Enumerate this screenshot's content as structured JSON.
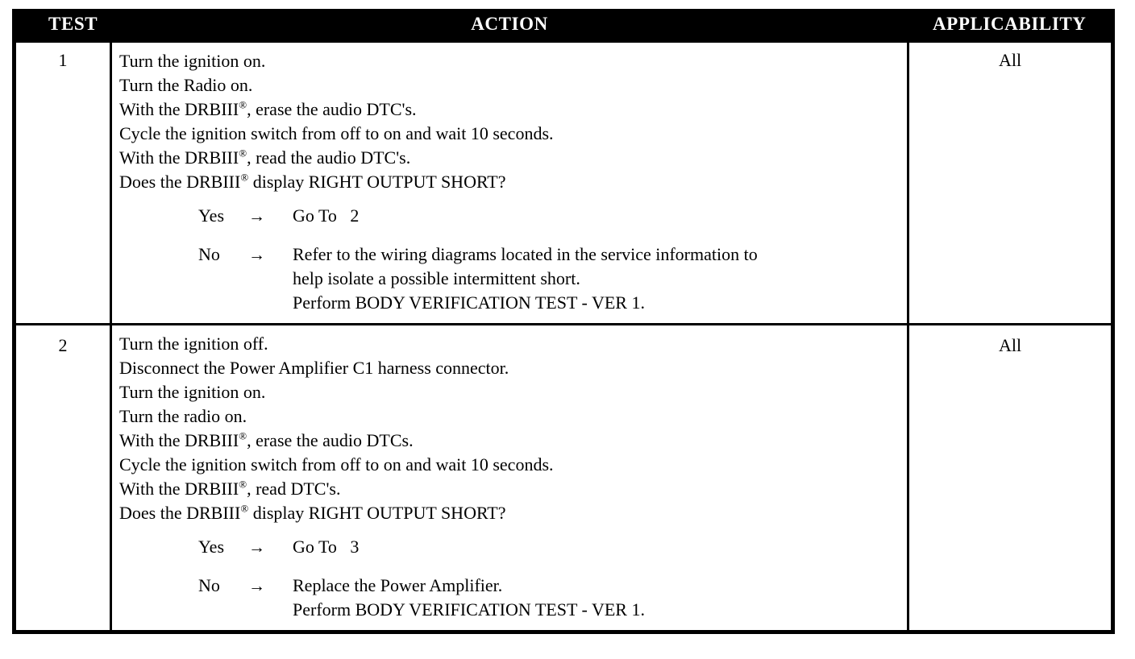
{
  "table": {
    "headers": {
      "test": "TEST",
      "action": "ACTION",
      "applicability": "APPLICABILITY"
    },
    "rows": [
      {
        "test": "1",
        "applicability": "All",
        "steps": [
          "Turn the ignition on.",
          "Turn the Radio on.",
          "With the DRBIII®, erase the audio DTC's.",
          "Cycle the ignition switch from off to on and wait 10 seconds.",
          "With the DRBIII®, read the audio DTC's.",
          "Does the DRBIII® display RIGHT OUTPUT SHORT?"
        ],
        "branches": [
          {
            "label": "Yes",
            "arrow": "→",
            "lines": [
              "Go To   2"
            ]
          },
          {
            "label": "No",
            "arrow": "→",
            "lines": [
              "Refer to the wiring diagrams located in the service information to",
              "help isolate a possible intermittent short.",
              "Perform BODY VERIFICATION TEST - VER 1."
            ]
          }
        ]
      },
      {
        "test": "2",
        "applicability": "All",
        "steps": [
          "Turn the ignition off.",
          "Disconnect the Power Amplifier C1 harness connector.",
          "Turn the ignition on.",
          "Turn the radio on.",
          "With the DRBIII®, erase the audio DTCs.",
          "Cycle the ignition switch from off to on and wait 10 seconds.",
          "With the DRBIII®, read DTC's.",
          "Does the DRBIII® display RIGHT OUTPUT SHORT?"
        ],
        "branches": [
          {
            "label": "Yes",
            "arrow": "→",
            "lines": [
              "Go To   3"
            ]
          },
          {
            "label": "No",
            "arrow": "→",
            "lines": [
              "Replace the Power Amplifier.",
              "Perform BODY VERIFICATION TEST - VER 1."
            ]
          }
        ]
      }
    ]
  },
  "colors": {
    "header_background": "#000000",
    "header_text": "#ffffff",
    "border": "#000000",
    "page_background": "#ffffff",
    "body_text": "#000000"
  }
}
